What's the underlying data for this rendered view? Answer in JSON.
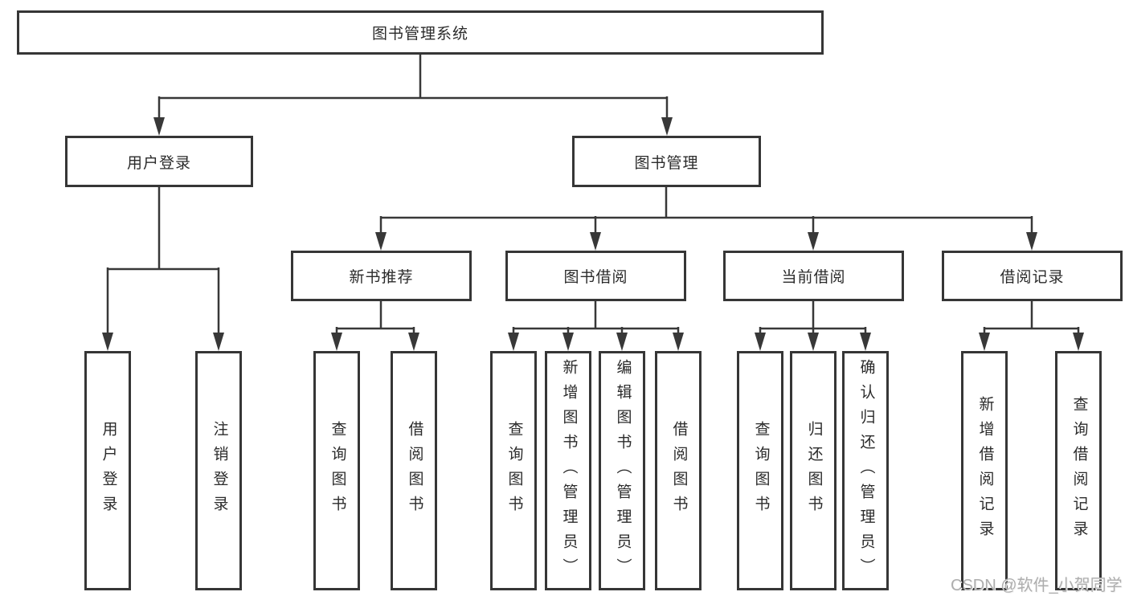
{
  "diagram": {
    "root": {
      "label": "图书管理系统"
    },
    "branches": [
      {
        "label": "用户登录",
        "children": [
          {
            "label": "用户登录"
          },
          {
            "label": "注销登录"
          }
        ]
      },
      {
        "label": "图书管理",
        "children": [
          {
            "label": "新书推荐",
            "children": [
              {
                "label": "查询图书"
              },
              {
                "label": "借阅图书"
              }
            ]
          },
          {
            "label": "图书借阅",
            "children": [
              {
                "label": "查询图书"
              },
              {
                "label": "新增图书（管理员）"
              },
              {
                "label": "编辑图书（管理员）"
              },
              {
                "label": "借阅图书"
              }
            ]
          },
          {
            "label": "当前借阅",
            "children": [
              {
                "label": "查询图书"
              },
              {
                "label": "归还图书"
              },
              {
                "label": "确认归还（管理员）"
              }
            ]
          },
          {
            "label": "借阅记录",
            "children": [
              {
                "label": "新增借阅记录"
              },
              {
                "label": "查询借阅记录"
              }
            ]
          }
        ]
      }
    ]
  },
  "watermark": {
    "text": "CSDN @软件_小贺同学"
  },
  "colors": {
    "background": "#ffffff",
    "line": "#383838",
    "box_border": "#363636",
    "text": "#2b2b2b",
    "watermark": "#aeaeae"
  }
}
